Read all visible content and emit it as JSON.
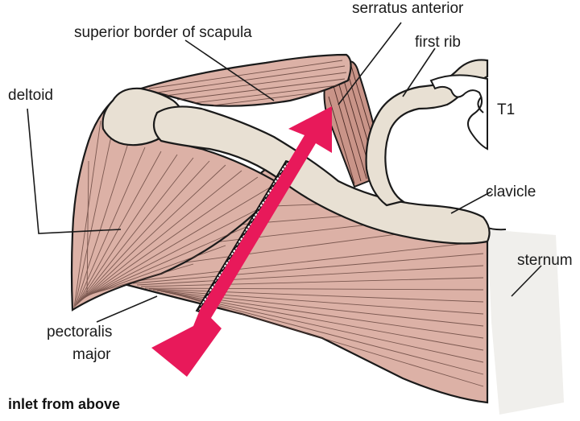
{
  "labels": {
    "serratus_anterior": "serratus anterior",
    "superior_border": "superior border of scapula",
    "first_rib": "first rib",
    "deltoid": "deltoid",
    "t1": "T1",
    "clavicle": "clavicle",
    "sternum": "sternum",
    "pectoralis_line1": "pectoralis",
    "pectoralis_line2": "major"
  },
  "caption": "inlet from above",
  "colors": {
    "muscle": "#dcb1a6",
    "muscle_dark": "#b88377",
    "bone": "#e8e0d3",
    "outline": "#1a1a1a",
    "arrow": "#e8195a",
    "sternum_fill": "#f0efec"
  },
  "icons": {
    "arrow": "magenta-arrow-icon",
    "nerve": "crosshatched-nerve-band"
  }
}
